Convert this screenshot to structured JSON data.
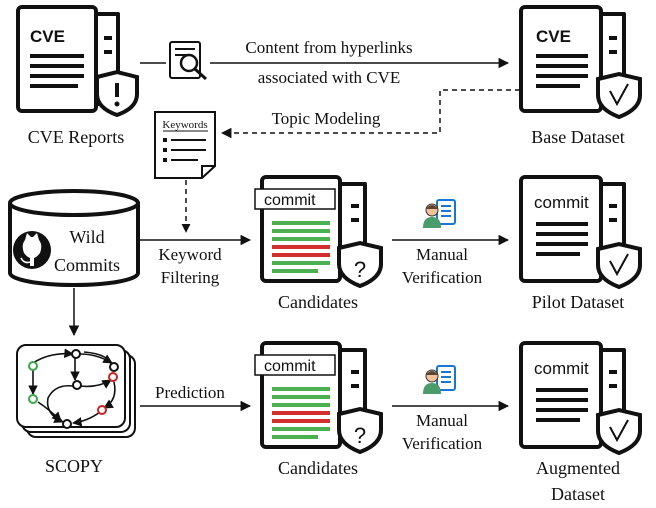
{
  "nodes": {
    "cve_reports": {
      "label": "CVE Reports",
      "doc_tag": "CVE",
      "badge_icon": "exclamation-shield-icon"
    },
    "base_dataset": {
      "label": "Base Dataset",
      "doc_tag": "CVE",
      "badge_icon": "check-shield-icon"
    },
    "keywords_doc": {
      "title": "Keywords"
    },
    "wild_commits": {
      "label_line1": "Wild",
      "label_line2": "Commits",
      "icon": "github-icon"
    },
    "candidates_top": {
      "label": "Candidates",
      "doc_tag": "commit",
      "badge_icon": "question-shield-icon"
    },
    "pilot_dataset": {
      "label": "Pilot Dataset",
      "doc_tag": "commit",
      "badge_icon": "check-shield-icon"
    },
    "scopy": {
      "label": "SCOPY",
      "icon": "graph-model-icon"
    },
    "candidates_bottom": {
      "label": "Candidates",
      "doc_tag": "commit",
      "badge_icon": "question-shield-icon"
    },
    "augmented_dataset": {
      "label_line1": "Augmented",
      "label_line2": "Dataset",
      "doc_tag": "commit",
      "badge_icon": "check-shield-icon"
    }
  },
  "edges": {
    "hyperlinks": {
      "line1": "Content from hyperlinks",
      "line2": "associated with CVE",
      "icon": "document-search-icon"
    },
    "topic_modeling": {
      "label": "Topic Modeling"
    },
    "keyword_filtering": {
      "line1": "Keyword",
      "line2": "Filtering"
    },
    "manual_verification_top": {
      "line1": "Manual",
      "line2": "Verification",
      "icon": "reviewer-icon"
    },
    "prediction": {
      "label": "Prediction"
    },
    "manual_verification_bottom": {
      "line1": "Manual",
      "line2": "Verification",
      "icon": "reviewer-icon"
    }
  },
  "colors": {
    "ink": "#111111",
    "highlight_green": "#4caf50",
    "highlight_red": "#d32f2f",
    "reviewer_blue": "#1976d2",
    "skin": "#f2c39b",
    "node_green": "#3aa845",
    "node_red": "#cc2222"
  }
}
